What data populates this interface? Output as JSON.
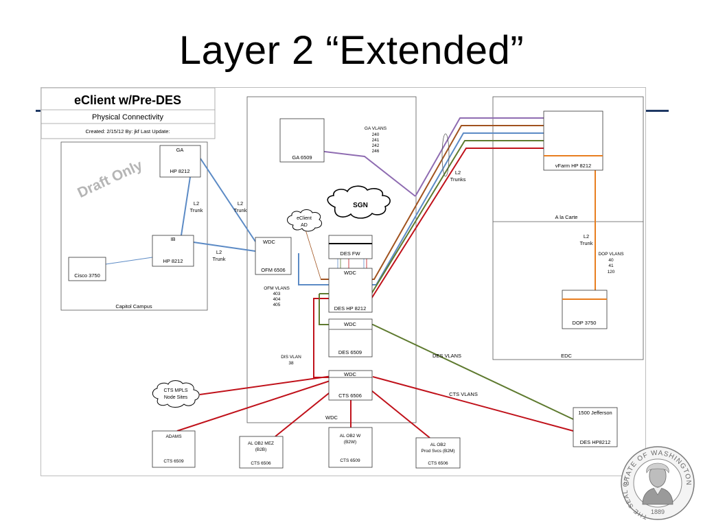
{
  "slide": {
    "title": "Layer 2 “Extended”"
  },
  "title_block": {
    "title": "eClient w/Pre-DES",
    "subtitle": "Physical Connectivity",
    "meta": "Created:  2/15/12   By: jkf      Last Update:"
  },
  "watermark": "Draft Only",
  "capitol": {
    "label": "Capitol Campus",
    "ga_switch": {
      "top": "GA",
      "bottom": "HP 8212"
    },
    "ib_switch": {
      "top": "IB",
      "bottom": "HP 8212"
    },
    "cisco": "Cisco 3750",
    "trunk_label": [
      "L2",
      "Trunk"
    ]
  },
  "wdc": {
    "label": "WDC",
    "ga6509": "GA 6509",
    "ga_vlans": {
      "title": "GA VLANS",
      "values": [
        "240",
        "241",
        "242",
        "246"
      ]
    },
    "sgn": "SGN",
    "eclient_ad": [
      "eClient",
      "AD"
    ],
    "ofm": {
      "top": "WDC",
      "bottom": "OFM 6506"
    },
    "ofm_vlans": {
      "title": "OFM VLANS",
      "values": [
        "403",
        "404",
        "405"
      ]
    },
    "des_fw": "DES FW",
    "des_hp": {
      "top": "WDC",
      "bottom": "DES HP 8212"
    },
    "des6509": {
      "top": "WDC",
      "bottom": "DES 6509"
    },
    "cts6506": {
      "top": "WDC",
      "bottom": "CTS 6506"
    },
    "dis_vlan": {
      "title": "DIS VLAN",
      "value": "38"
    },
    "trunk_label_upper": [
      "L2",
      "Trunk"
    ],
    "trunk_label_lower": [
      "L2",
      "Trunk"
    ]
  },
  "trunks_label": [
    "L2",
    "Trunks"
  ],
  "edc": {
    "label": "EDC",
    "vfarm": "vFarm HP 8212",
    "alacarte": "A la Carte",
    "trunk_label": [
      "L2",
      "Trunk"
    ],
    "dop_vlans": {
      "title": "DOP VLANS",
      "values": [
        "40",
        "41",
        "120"
      ]
    },
    "dop3750": "DOP 3750"
  },
  "des_vlans": "DES VLANS",
  "cts_vlans": "CTS VLANS",
  "jefferson": {
    "top": "1500 Jefferson",
    "bottom": "DES HP8212"
  },
  "cts_mpls": [
    "CTS MPLS",
    "Node Sites"
  ],
  "bottom_sites": {
    "adams": {
      "top": "ADAMS",
      "bottom": "CTS 6509"
    },
    "mez": {
      "lines": [
        "AL OB2 MEZ",
        "(B2B)"
      ],
      "bottom": "CTS 6506"
    },
    "w": {
      "lines": [
        "AL OB2  W",
        "(B2W)"
      ],
      "bottom": "CTS 6509"
    },
    "prod": {
      "lines": [
        "AL OB2",
        "Prod Svcs (B2M)"
      ],
      "bottom": "CTS 6506"
    }
  },
  "seal": {
    "ring_top": "STATE OF WASHINGTON",
    "ring_left": "THE SEAL OF",
    "year": "1889"
  },
  "colors": {
    "purple": "#8e6bb1",
    "brown": "#a0521e",
    "blue": "#5b8ac5",
    "green": "#5e7a2f",
    "red": "#c0111a",
    "orange": "#e87d1e",
    "accent_bar": "#1f3864"
  }
}
